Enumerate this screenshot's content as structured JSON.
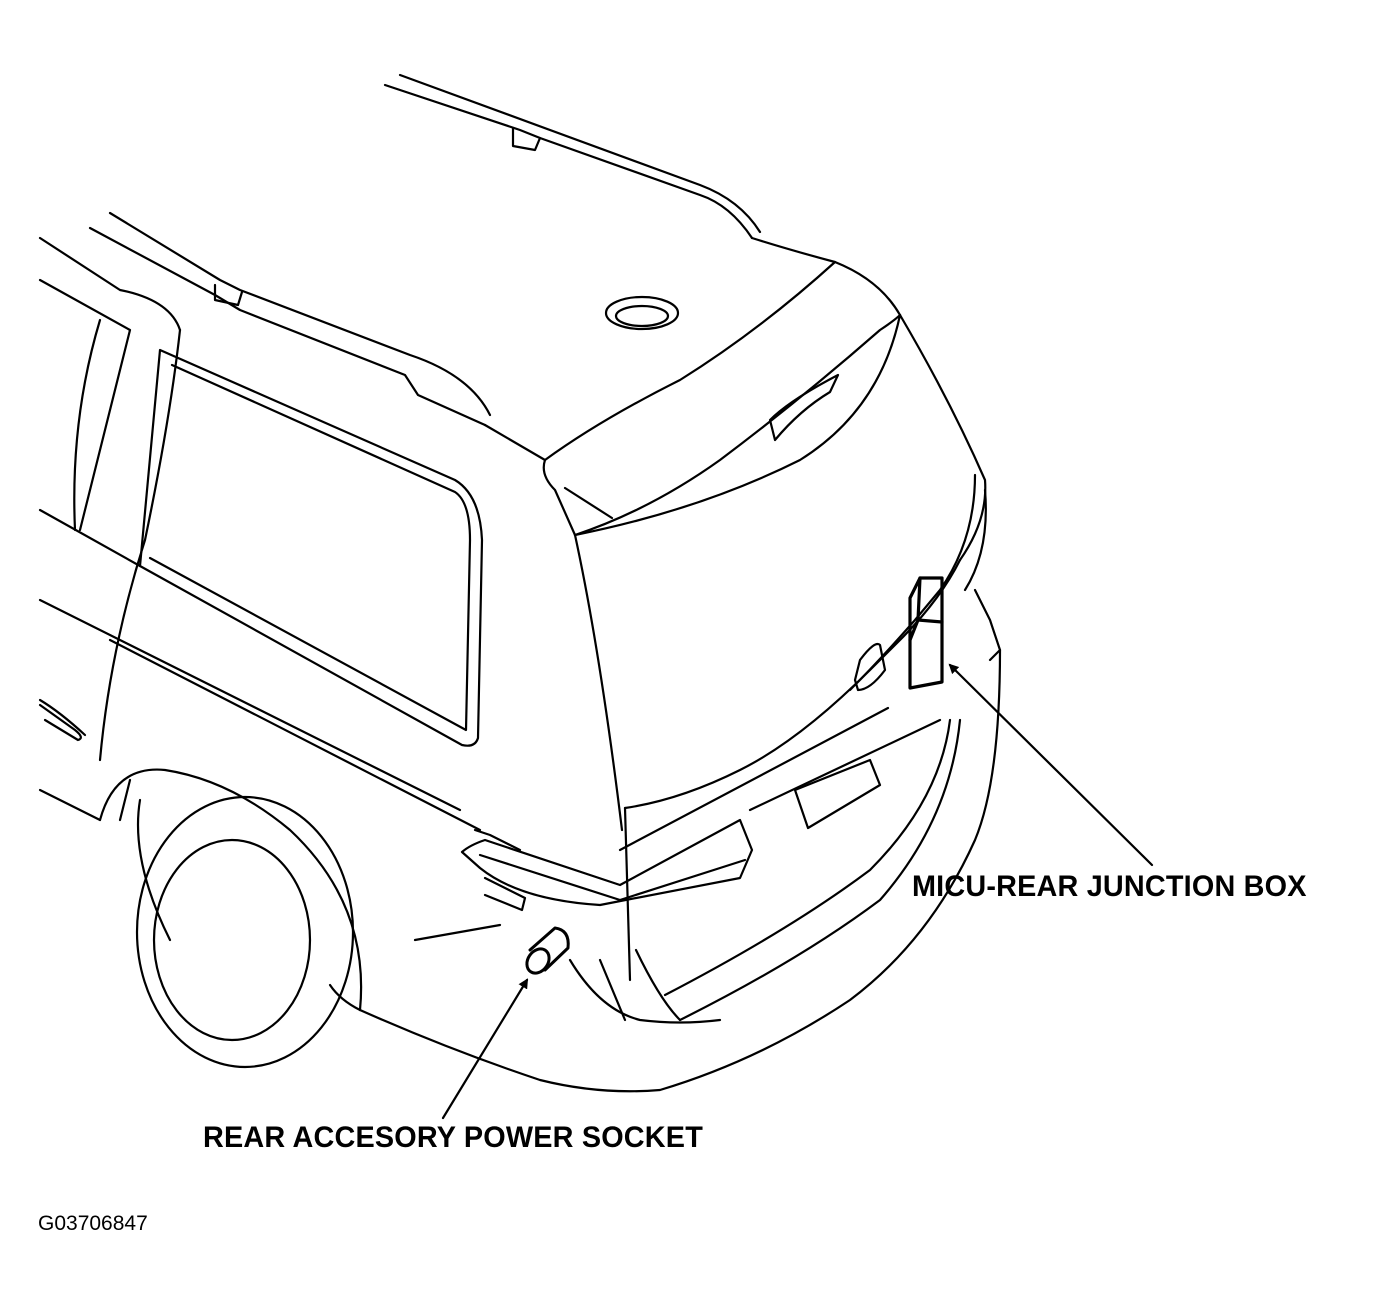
{
  "labels": {
    "junction_box": "MICU-REAR JUNCTION BOX",
    "power_socket": "REAR ACCESORY POWER SOCKET"
  },
  "figure_id": "G03706847",
  "colors": {
    "line": "#000000",
    "background": "#ffffff"
  }
}
